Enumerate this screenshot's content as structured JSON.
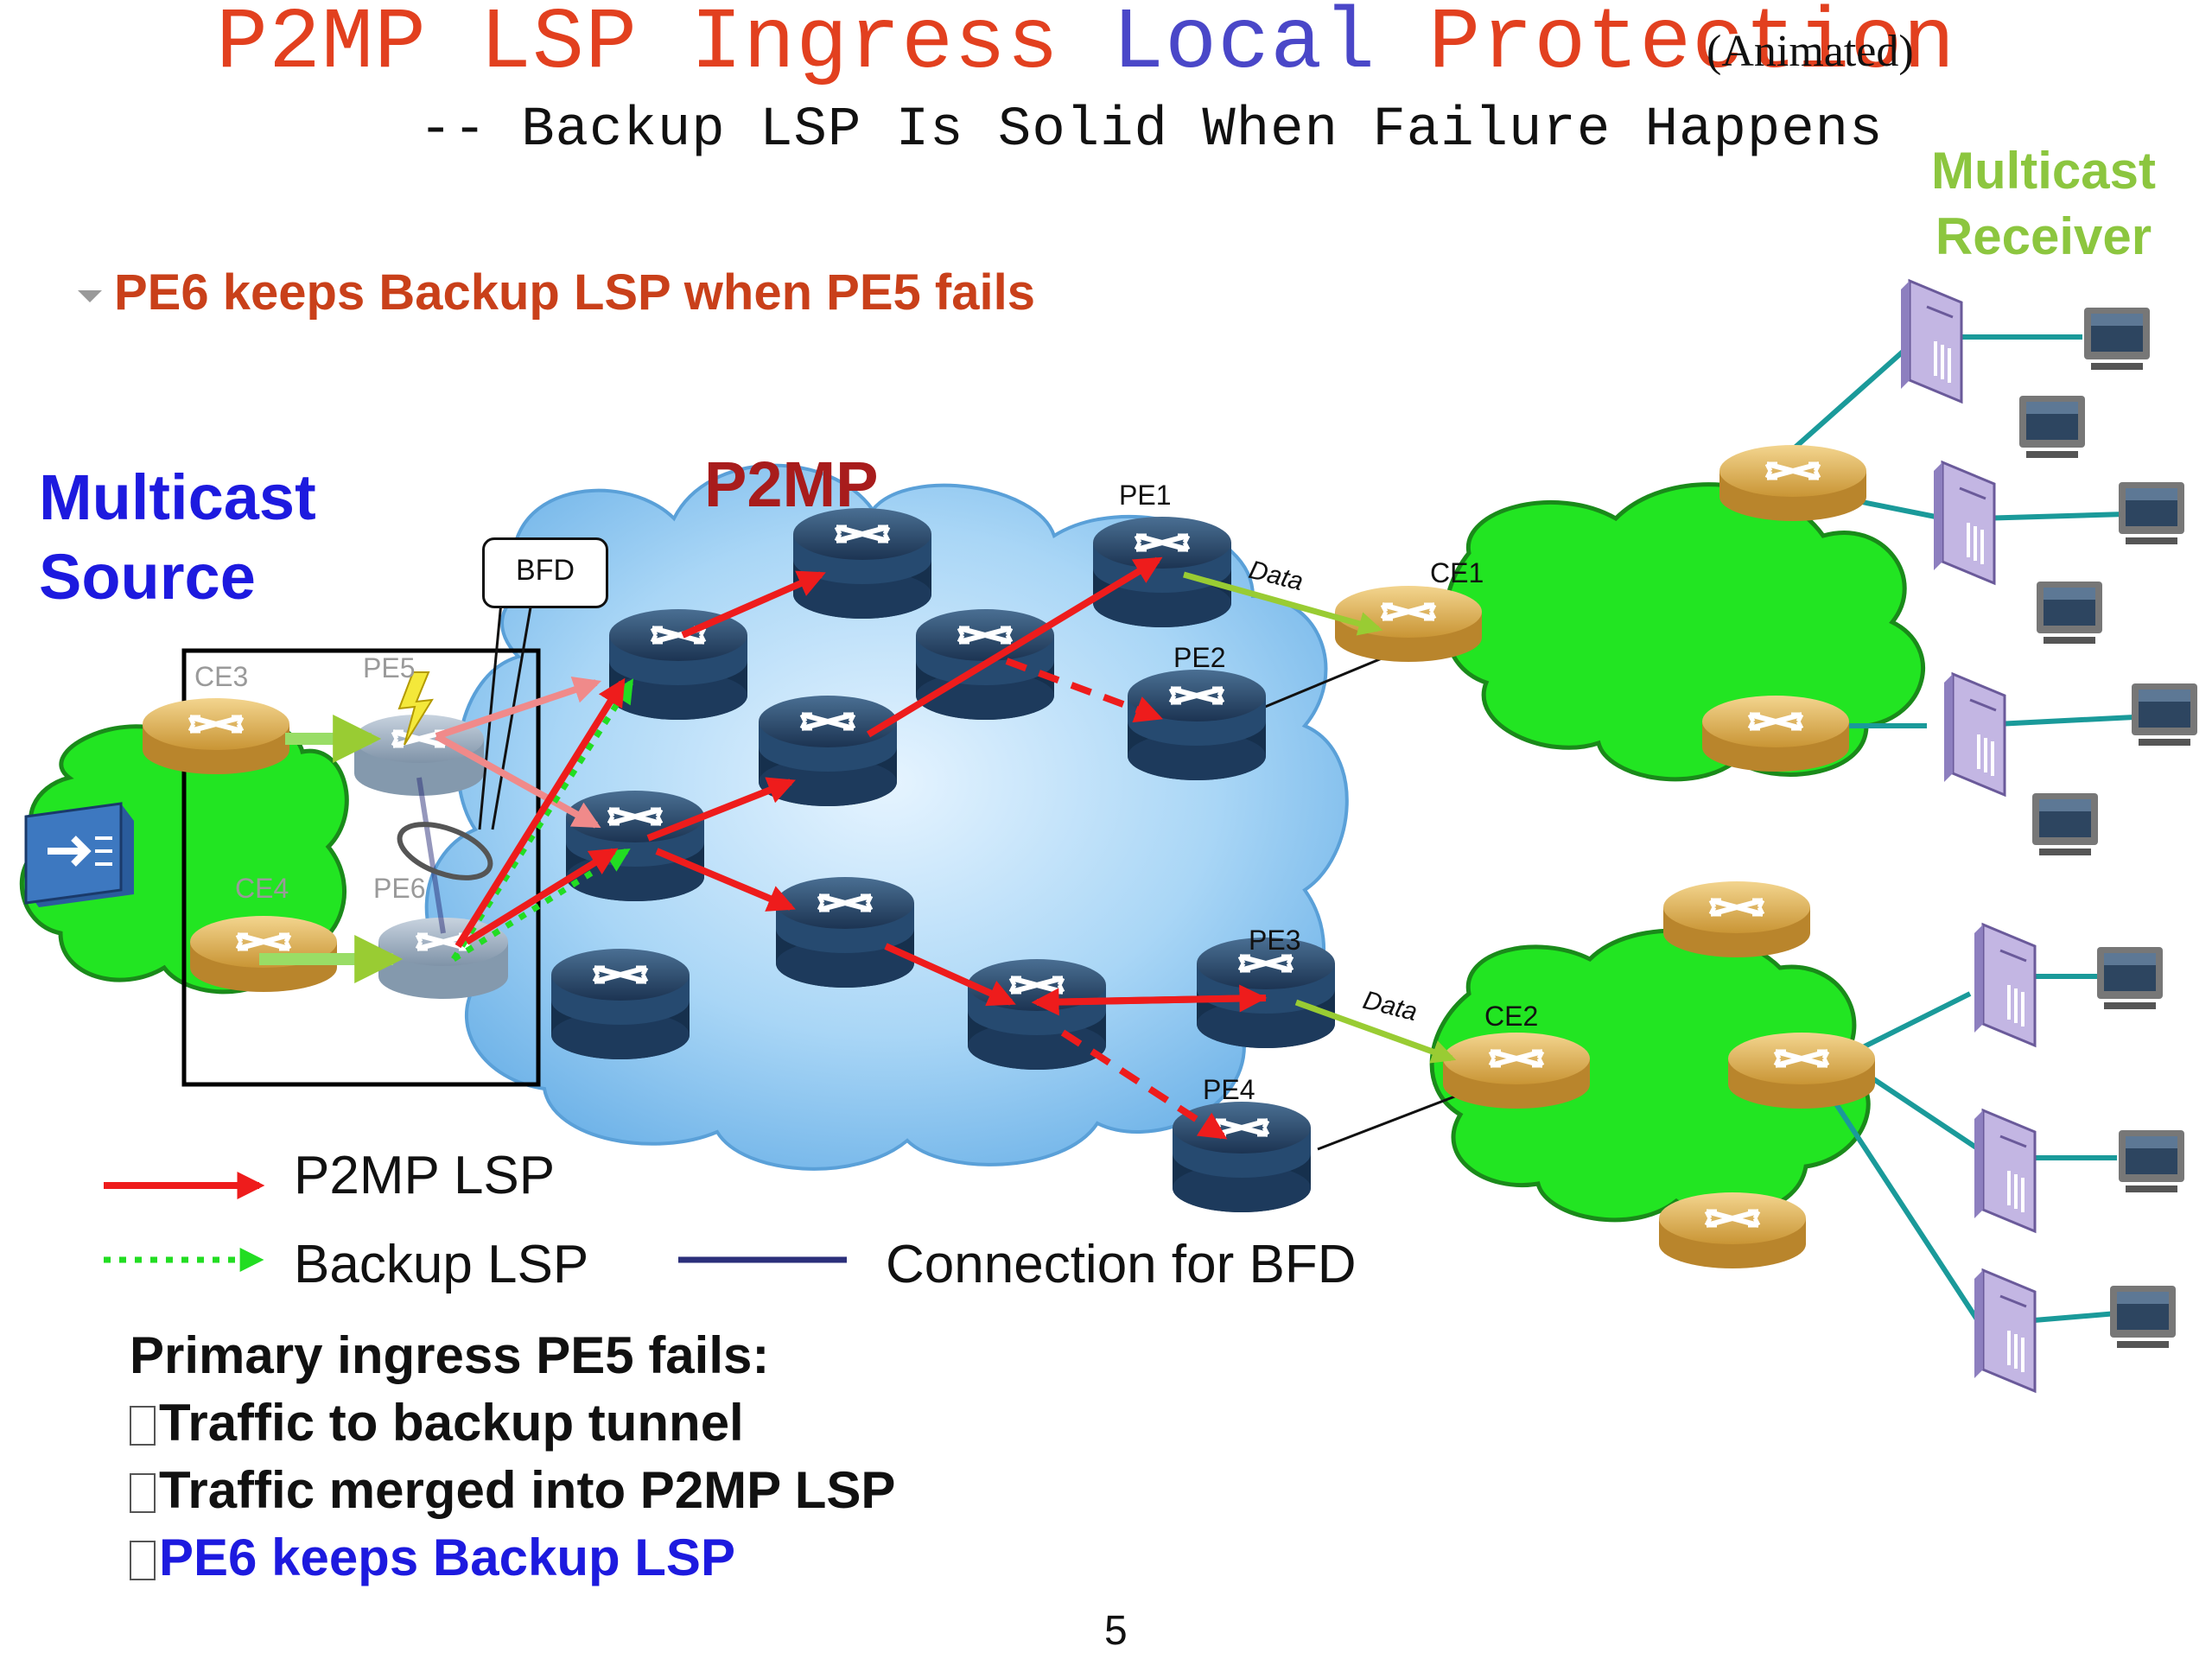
{
  "title": {
    "part1": "P2MP LSP Ingress",
    "part2": "Local",
    "part3": "Protection",
    "note": "(Animated)",
    "subtitle": "-- Backup LSP Is Solid When Failure Happens"
  },
  "bullet": "PE6 keeps Backup LSP when PE5 fails",
  "labels": {
    "multicast_source": "Multicast Source",
    "p2mp": "P2MP",
    "multicast_receiver": "Multicast Receiver",
    "bfd": "BFD",
    "data1": "Data",
    "data2": "Data"
  },
  "nodes": {
    "ce3": "CE3",
    "pe5": "PE5",
    "ce4": "CE4",
    "pe6": "PE6",
    "pe1": "PE1",
    "pe2": "PE2",
    "pe3": "PE3",
    "pe4": "PE4",
    "ce1": "CE1",
    "ce2": "CE2"
  },
  "legend": {
    "p2mp_lsp": "P2MP LSP",
    "backup_lsp": "Backup LSP",
    "bfd_connection": "Connection for BFD"
  },
  "notes": {
    "heading": "Primary ingress PE5 fails:",
    "item1": "Traffic to backup tunnel",
    "item2": "Traffic merged into P2MP LSP",
    "item3": "PE6 keeps Backup LSP"
  },
  "page_number": "5",
  "colors": {
    "title_red": "#e2401f",
    "title_blue": "#4a47c8",
    "p2mp_lsp": "#ee1c1c",
    "backup_lsp": "#22dd22",
    "bfd_line": "#2b2f7a",
    "cloud_blue": "#9fd0f4",
    "cloud_green": "#22e522",
    "receiver_green": "#8cc63f",
    "source_blue": "#1d1adf"
  }
}
